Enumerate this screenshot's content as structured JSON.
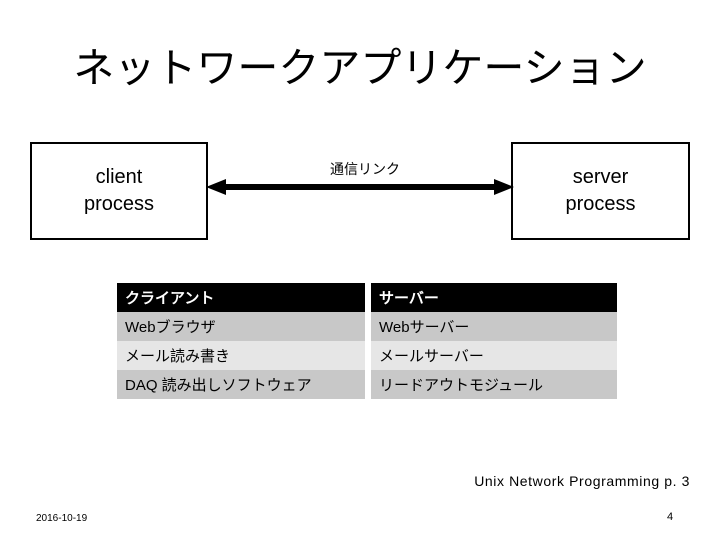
{
  "slide": {
    "title": "ネットワークアプリケーション",
    "background_color": "#ffffff"
  },
  "diagram": {
    "client_box": {
      "line1": "client",
      "line2": "process"
    },
    "server_box": {
      "line1": "server",
      "line2": "process"
    },
    "link_label": "通信リンク",
    "arrow_type": "double-headed-arrow",
    "arrow_color": "#000000"
  },
  "table": {
    "headers": [
      "クライアント",
      "サーバー"
    ],
    "header_background": "#000000",
    "header_text_color": "#ffffff",
    "row_color_a": "#c8c8c8",
    "row_color_b": "#e6e6e6",
    "rows": [
      [
        "Webブラウザ",
        "Webサーバー"
      ],
      [
        "メール読み書き",
        "メールサーバー"
      ],
      [
        "DAQ 読み出しソフトウェア",
        "リードアウトモジュール"
      ]
    ]
  },
  "footer": {
    "source_note": "Unix Network Programming p. 3",
    "date": "2016-10-19",
    "page_number": "4"
  }
}
